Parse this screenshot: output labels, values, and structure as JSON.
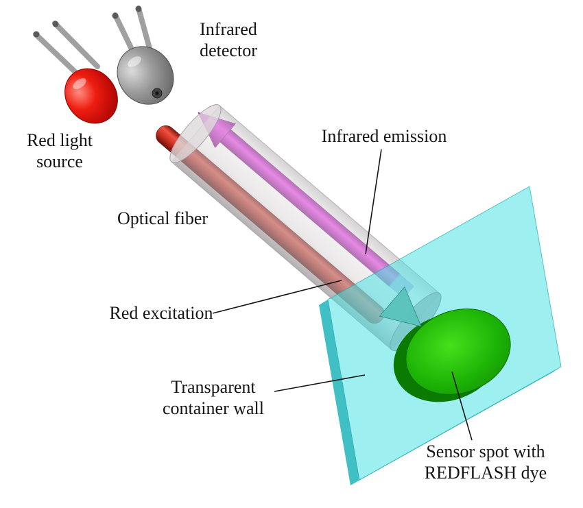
{
  "figure": {
    "background": "#ffffff",
    "labels": {
      "infrared_detector": "Infrared\ndetector",
      "red_light_source": "Red light\nsource",
      "optical_fiber": "Optical fiber",
      "infrared_emission": "Infrared emission",
      "red_excitation": "Red excitation",
      "transparent_container_wall": "Transparent\ncontainer wall",
      "sensor_spot": "Sensor spot with\nREDFLASH dye"
    },
    "colors": {
      "red_led": "#d40000",
      "detector_gray": "#8a8a8a",
      "fiber_gray": "#cdc7ca",
      "excitation_red": "#d03224",
      "emission_magenta": "#cc14cc",
      "panel_cyan": "#4fe2e2",
      "panel_edge_cyan": "#2bb9be",
      "sensor_green": "#1daa04",
      "arrow_teal": "#58c2ba",
      "lead_wire_gray": "#a0a0a0",
      "leader_line": "#141414"
    }
  }
}
